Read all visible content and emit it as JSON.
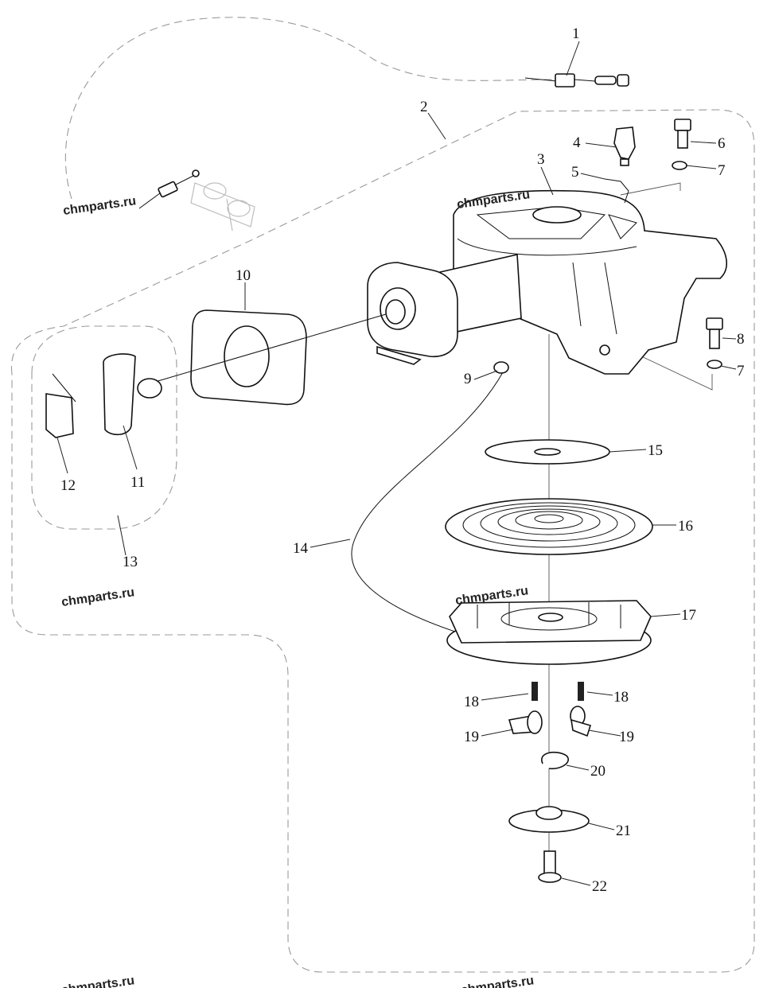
{
  "callouts": {
    "c1": "1",
    "c2": "2",
    "c3": "3",
    "c4": "4",
    "c5": "5",
    "c6": "6",
    "c7a": "7",
    "c7b": "7",
    "c8": "8",
    "c9": "9",
    "c10": "10",
    "c11": "11",
    "c12": "12",
    "c13": "13",
    "c14": "14",
    "c15": "15",
    "c16": "16",
    "c17": "17",
    "c18a": "18",
    "c18b": "18",
    "c19a": "19",
    "c19b": "19",
    "c20": "20",
    "c21": "21",
    "c22": "22"
  },
  "watermarks": {
    "w1": "chmparts.ru",
    "w2": "chmparts.ru",
    "w3": "chmparts.ru",
    "w4": "chmparts.ru",
    "w5": "chmparts.ru",
    "w6": "chmparts.ru"
  }
}
